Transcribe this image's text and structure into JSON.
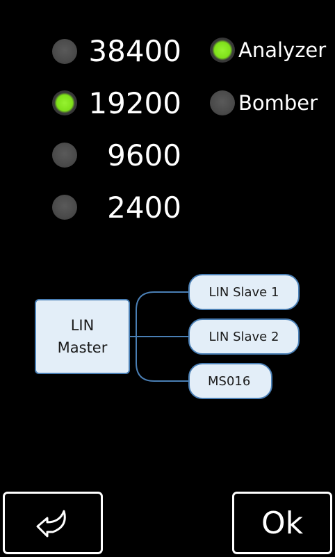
{
  "baud_rates": [
    {
      "label": "38400",
      "selected": false
    },
    {
      "label": "19200",
      "selected": true
    },
    {
      "label": "9600",
      "selected": false
    },
    {
      "label": "2400",
      "selected": false
    }
  ],
  "modes": [
    {
      "label": "Analyzer",
      "selected": true
    },
    {
      "label": "Bomber",
      "selected": false
    }
  ],
  "diagram": {
    "master_line1": "LIN",
    "master_line2": "Master",
    "nodes": [
      "LIN Slave 1",
      "LIN Slave 2",
      "MS016"
    ]
  },
  "buttons": {
    "back_icon": "back-arrow-icon",
    "ok_label": "Ok"
  },
  "colors": {
    "background": "#000000",
    "led_on": "#7fe01a",
    "led_off": "#4a4a4a",
    "node_fill": "#e3eef8",
    "node_border": "#4a7fb5"
  }
}
